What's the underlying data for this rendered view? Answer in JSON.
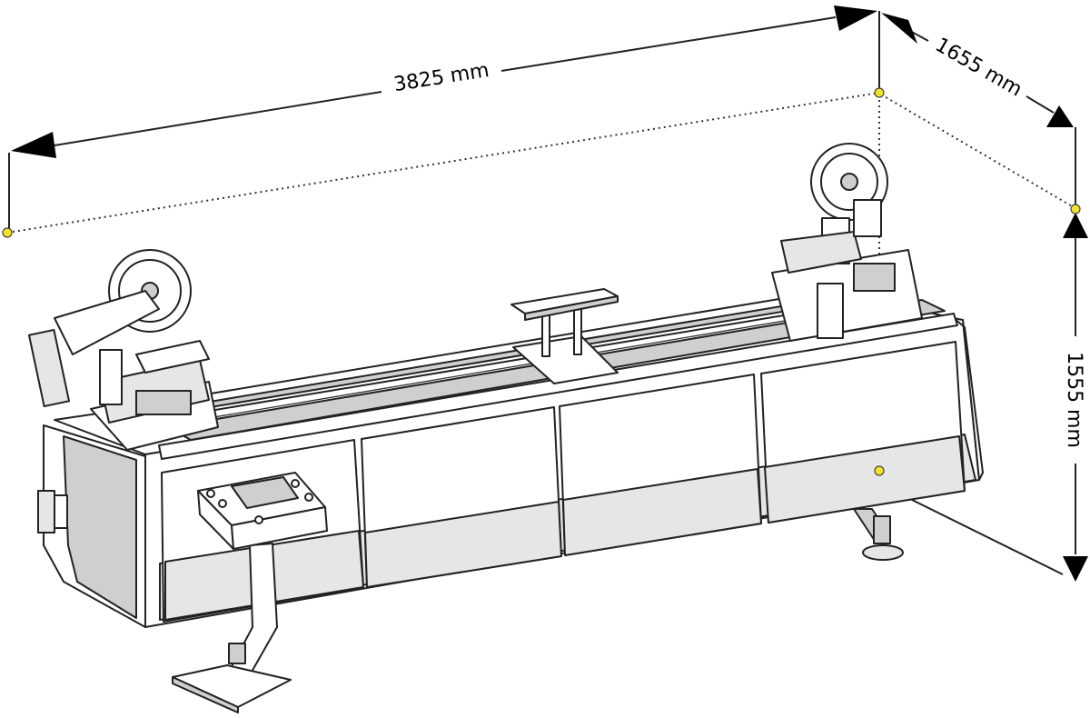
{
  "dimensions": {
    "length_label": "3825 mm",
    "depth_label": "1655 mm",
    "height_label": "1555 mm"
  },
  "colors": {
    "line": "#222222",
    "panel_light": "#ffffff",
    "panel_shaded": "#e6e6e6",
    "marker": "#f3e227"
  }
}
